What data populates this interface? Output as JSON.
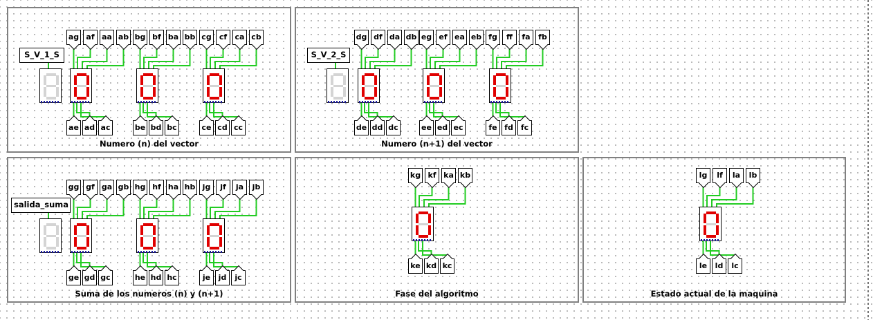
{
  "panels": [
    {
      "id": "p1",
      "caption": "Numero (n) del vector",
      "input_label": "S_V_1_S",
      "digits": [
        {
          "top": [
            "ag",
            "af",
            "aa",
            "ab"
          ],
          "bottom": [
            "ae",
            "ad",
            "ac"
          ]
        },
        {
          "top": [
            "bg",
            "bf",
            "ba",
            "bb"
          ],
          "bottom": [
            "be",
            "bd",
            "bc"
          ]
        },
        {
          "top": [
            "cg",
            "cf",
            "ca",
            "cb"
          ],
          "bottom": [
            "ce",
            "cd",
            "cc"
          ]
        }
      ]
    },
    {
      "id": "p2",
      "caption": "Numero (n+1) del vector",
      "input_label": "S_V_2_S",
      "digits": [
        {
          "top": [
            "dg",
            "df",
            "da",
            "db"
          ],
          "bottom": [
            "de",
            "dd",
            "dc"
          ]
        },
        {
          "top": [
            "eg",
            "ef",
            "ea",
            "eb"
          ],
          "bottom": [
            "ee",
            "ed",
            "ec"
          ]
        },
        {
          "top": [
            "fg",
            "ff",
            "fa",
            "fb"
          ],
          "bottom": [
            "fe",
            "fd",
            "fc"
          ]
        }
      ]
    },
    {
      "id": "p3",
      "caption": "Suma de los numeros (n) y (n+1)",
      "input_label": "salida_suma",
      "digits": [
        {
          "top": [
            "gg",
            "gf",
            "ga",
            "gb"
          ],
          "bottom": [
            "ge",
            "gd",
            "gc"
          ]
        },
        {
          "top": [
            "hg",
            "hf",
            "ha",
            "hb"
          ],
          "bottom": [
            "he",
            "hd",
            "hc"
          ]
        },
        {
          "top": [
            "jg",
            "jf",
            "ja",
            "jb"
          ],
          "bottom": [
            "je",
            "jd",
            "jc"
          ]
        }
      ]
    },
    {
      "id": "p4",
      "caption": "Fase del algoritmo",
      "digits": [
        {
          "top": [
            "kg",
            "kf",
            "ka",
            "kb"
          ],
          "bottom": [
            "ke",
            "kd",
            "kc"
          ]
        }
      ]
    },
    {
      "id": "p5",
      "caption": "Estado actual de la maquina",
      "digits": [
        {
          "top": [
            "lg",
            "lf",
            "la",
            "lb"
          ],
          "bottom": [
            "le",
            "ld",
            "lc"
          ]
        }
      ]
    }
  ],
  "colors": {
    "wire": "#22cc22",
    "segment_on": "#e00000",
    "segment_off": "#d4d4d4",
    "panel_border": "#808080"
  },
  "digit_value_shown": "0"
}
